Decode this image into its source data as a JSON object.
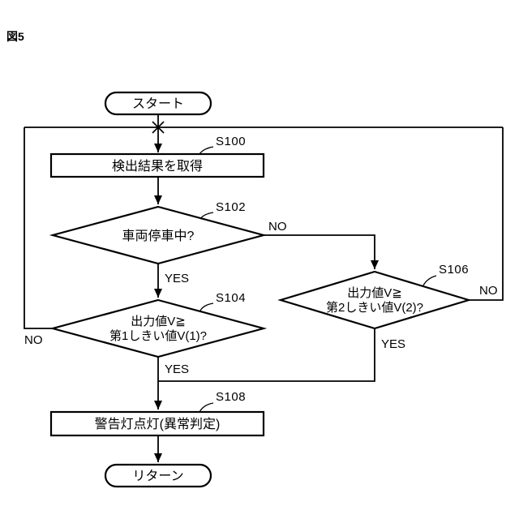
{
  "figure_label": "図5",
  "nodes": {
    "start": {
      "label": "スタート"
    },
    "s100": {
      "step": "S100",
      "label": "検出結果を取得"
    },
    "s102": {
      "step": "S102",
      "label": "車両停車中?"
    },
    "s104": {
      "step": "S104",
      "label_line1": "出力値V≧",
      "label_line2": "第1しきい値V(1)?"
    },
    "s106": {
      "step": "S106",
      "label_line1": "出力値V≧",
      "label_line2": "第2しきい値V(2)?"
    },
    "s108": {
      "step": "S108",
      "label": "警告灯点灯(異常判定)"
    },
    "end": {
      "label": "リターン"
    }
  },
  "branch_labels": {
    "s102_no": "NO",
    "s102_yes": "YES",
    "s104_no": "NO",
    "s104_yes": "YES",
    "s106_no": "NO",
    "s106_yes": "YES"
  },
  "colors": {
    "line": "#000000",
    "background": "#ffffff"
  }
}
